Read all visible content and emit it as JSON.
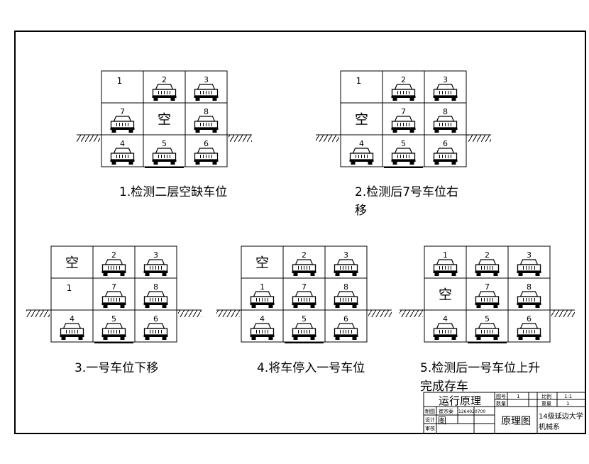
{
  "diagrams": [
    {
      "caption_lines": [
        "1.检测二层空缺车位"
      ],
      "cells": [
        {
          "label": "1",
          "car": false
        },
        {
          "label": "2",
          "car": true
        },
        {
          "label": "3",
          "car": true
        },
        {
          "label": "7",
          "car": true
        },
        {
          "label": "空",
          "car": false,
          "empty": true
        },
        {
          "label": "8",
          "car": true
        },
        {
          "label": "4",
          "car": true
        },
        {
          "label": "5",
          "car": true
        },
        {
          "label": "6",
          "car": true
        }
      ]
    },
    {
      "caption_lines": [
        "2.检测后7号车位右",
        "移"
      ],
      "cells": [
        {
          "label": "1",
          "car": false
        },
        {
          "label": "2",
          "car": true
        },
        {
          "label": "3",
          "car": true
        },
        {
          "label": "空",
          "car": false,
          "empty": true
        },
        {
          "label": "7",
          "car": true
        },
        {
          "label": "8",
          "car": true
        },
        {
          "label": "4",
          "car": true
        },
        {
          "label": "5",
          "car": true
        },
        {
          "label": "6",
          "car": true
        }
      ]
    },
    {
      "caption_lines": [
        "3.一号车位下移"
      ],
      "cells": [
        {
          "label": "空",
          "car": false,
          "empty": true
        },
        {
          "label": "2",
          "car": true
        },
        {
          "label": "3",
          "car": true
        },
        {
          "label": "1",
          "car": false
        },
        {
          "label": "7",
          "car": true
        },
        {
          "label": "8",
          "car": true
        },
        {
          "label": "4",
          "car": true
        },
        {
          "label": "5",
          "car": true
        },
        {
          "label": "6",
          "car": true
        }
      ]
    },
    {
      "caption_lines": [
        "4.将车停入一号车位"
      ],
      "cells": [
        {
          "label": "空",
          "car": false,
          "empty": true
        },
        {
          "label": "2",
          "car": true
        },
        {
          "label": "3",
          "car": true
        },
        {
          "label": "1",
          "car": true
        },
        {
          "label": "7",
          "car": true
        },
        {
          "label": "8",
          "car": true
        },
        {
          "label": "4",
          "car": true
        },
        {
          "label": "5",
          "car": true
        },
        {
          "label": "6",
          "car": true
        }
      ]
    },
    {
      "caption_lines": [
        "5.检测后一号车位上升",
        "完成存车"
      ],
      "cells": [
        {
          "label": "1",
          "car": true
        },
        {
          "label": "2",
          "car": true
        },
        {
          "label": "3",
          "car": true
        },
        {
          "label": "空",
          "car": false,
          "empty": true
        },
        {
          "label": "7",
          "car": true
        },
        {
          "label": "8",
          "car": true
        },
        {
          "label": "4",
          "car": true
        },
        {
          "label": "5",
          "car": true
        },
        {
          "label": "6",
          "car": true
        }
      ]
    }
  ],
  "title_block": {
    "title": "运行原理",
    "drawing_name": "原理图",
    "school": "14级延边大学",
    "school_line2": "机械系",
    "sheet_label_1": "图号",
    "sheet_label_2": "数量",
    "sheet_value_1": "1",
    "sheet_label_3": "比例",
    "sheet_label_4": "重量",
    "sheet_value_3": "1:1",
    "sheet_value_4": "1",
    "role_1": "制图",
    "role_2": "设计",
    "role_3": "审核",
    "person": "崔宗泰",
    "student_id": "1264020700",
    "figure_char": "图"
  }
}
